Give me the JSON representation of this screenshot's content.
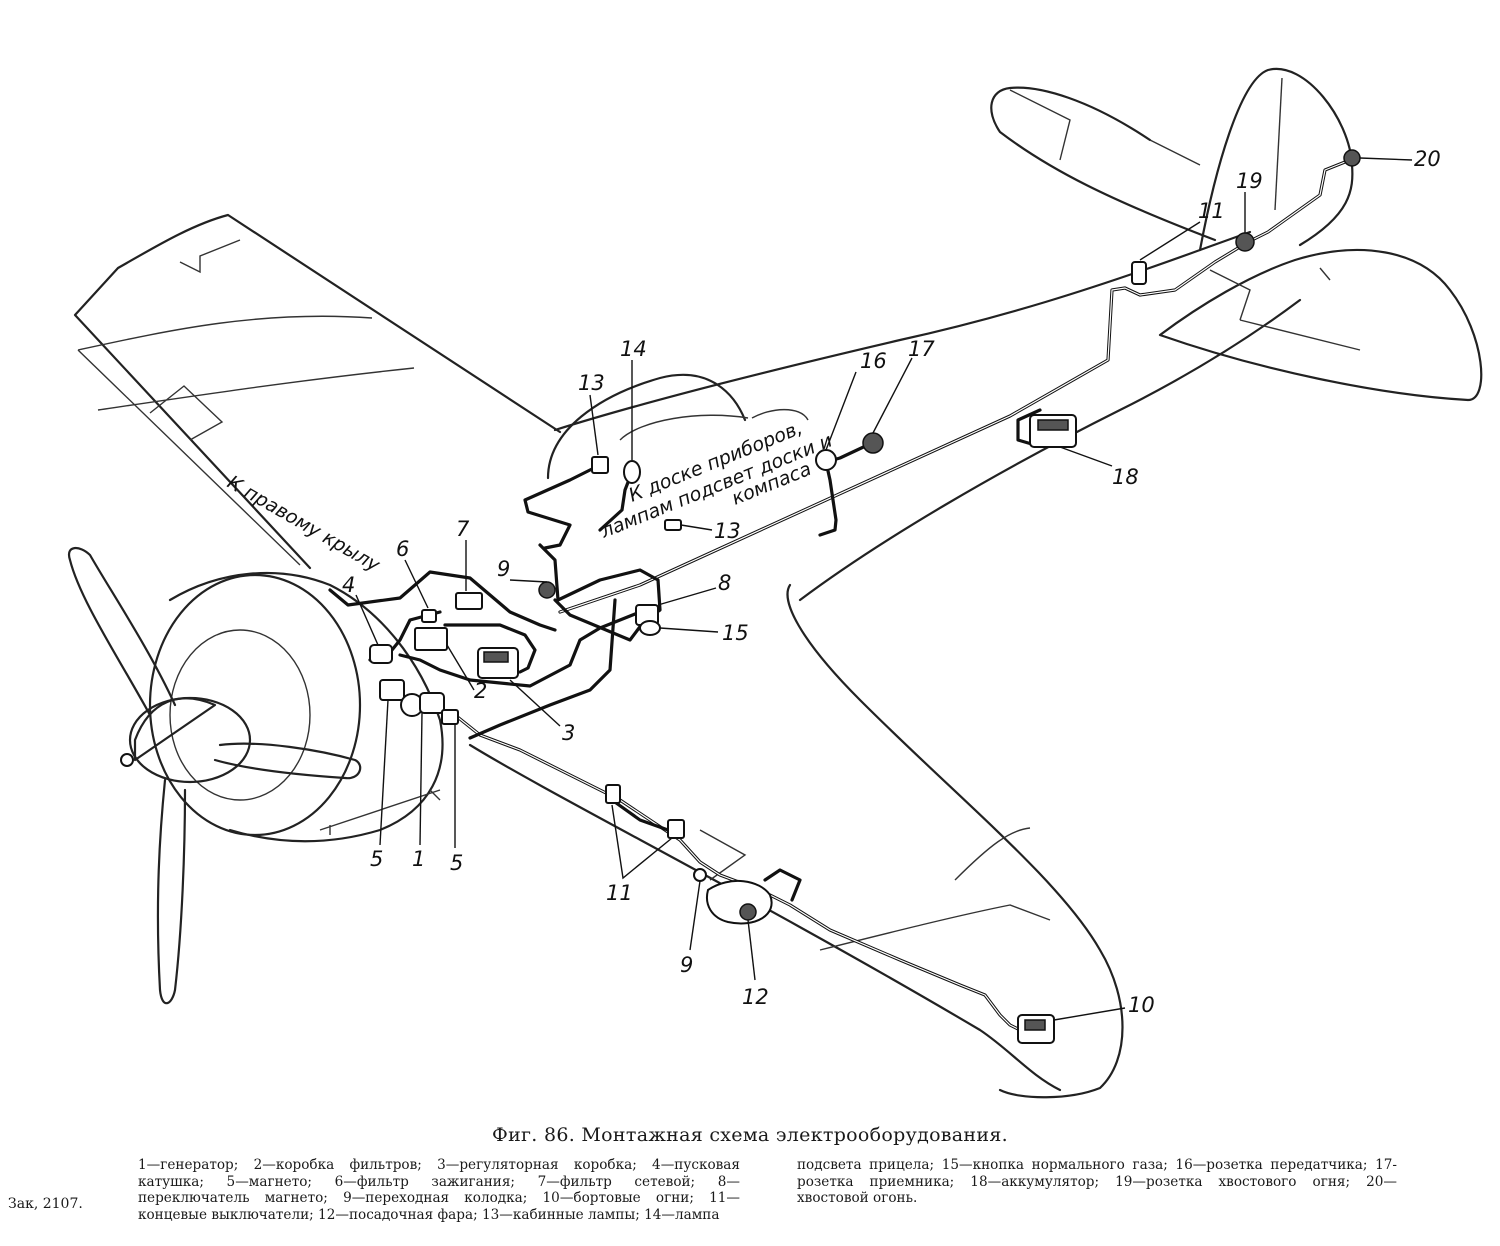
{
  "figure": {
    "caption": "Фиг. 86. Монтажная схема электрооборудования.",
    "legend_left": "1—генератор; 2—коробка фильтров; 3—регуляторная коробка; 4—пусковая катушка; 5—магнето; 6—фильтр зажигания; 7—фильтр сетевой; 8—переключатель магнето; 9—переходная колодка; 10—бортовые огни; 11—концевые выключатели; 12—посадочная фара; 13—кабинные лампы; 14—лампа",
    "legend_right": "подсвета прицела; 15—кнопка нормального газа; 16—розетка передатчика; 17-розетка приемника; 18—аккумулятор; 19—розетка хвостового огня; 20—хвостовой огонь.",
    "order_no": "Зак, 2107."
  },
  "annotations": {
    "to_right_wing": "К правому крылу",
    "to_panel_line1": "К доске приборов,",
    "to_panel_line2": "лампам подсвет доски и",
    "to_panel_line3": "компаса"
  },
  "callouts": {
    "c20": "20",
    "c19": "19",
    "c11_tail": "11",
    "c16": "16",
    "c17": "17",
    "c18": "18",
    "c14": "14",
    "c13_top": "13",
    "c13_mid": "13",
    "c9_top": "9",
    "c7": "7",
    "c6": "6",
    "c4": "4",
    "c8": "8",
    "c15": "15",
    "c2": "2",
    "c3": "3",
    "c5_left": "5",
    "c1": "1",
    "c5_right": "5",
    "c11_wing": "11",
    "c9_wing": "9",
    "c12": "12",
    "c10": "10"
  }
}
